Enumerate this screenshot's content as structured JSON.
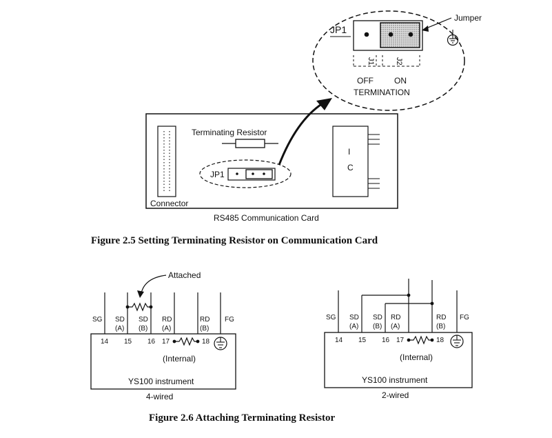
{
  "fig25": {
    "caption": "Figure 2.5  Setting Terminating Resistor on Communication Card",
    "card_label": "RS485 Communication Card",
    "connector_label": "Connector",
    "terminating_resistor_label": "Terminating Resistor",
    "jp1_small_label": "JP1",
    "ic_label_1": "I",
    "ic_label_2": "C",
    "zoom": {
      "jp1_label": "JP1",
      "jumper_label": "Jumper",
      "j1_label": "J1",
      "j2_label": "J2",
      "off_label": "OFF",
      "on_label": "ON",
      "termination_label": "TERMINATION"
    }
  },
  "fig26": {
    "caption": "Figure 2.6  Attaching Terminating Resistor",
    "attached_label": "Attached",
    "four_wired": {
      "terminals": {
        "sg": "SG",
        "sd": "SD",
        "sd_b": "SD",
        "rd": "RD",
        "rd_b": "RD",
        "fg": "FG"
      },
      "sub": {
        "sd": "(A)",
        "sd_b": "(B)",
        "rd": "(A)",
        "rd_b": "(B)"
      },
      "numbers": {
        "n14": "14",
        "n15": "15",
        "n16": "16",
        "n17": "17",
        "n18": "18"
      },
      "internal_label": "(Internal)",
      "instrument_label": "YS100 instrument",
      "wiring_label": "4-wired"
    },
    "two_wired": {
      "terminals": {
        "sg": "SG",
        "sd": "SD",
        "sd_b": "SD",
        "rd": "RD",
        "rd_b": "RD",
        "fg": "FG"
      },
      "sub": {
        "sd": "(A)",
        "sd_b": "(B)",
        "rd": "(A)",
        "rd_b": "(B)"
      },
      "numbers": {
        "n14": "14",
        "n15": "15",
        "n16": "16",
        "n17": "17",
        "n18": "18"
      },
      "internal_label": "(Internal)",
      "instrument_label": "YS100 instrument",
      "wiring_label": "2-wired"
    }
  }
}
